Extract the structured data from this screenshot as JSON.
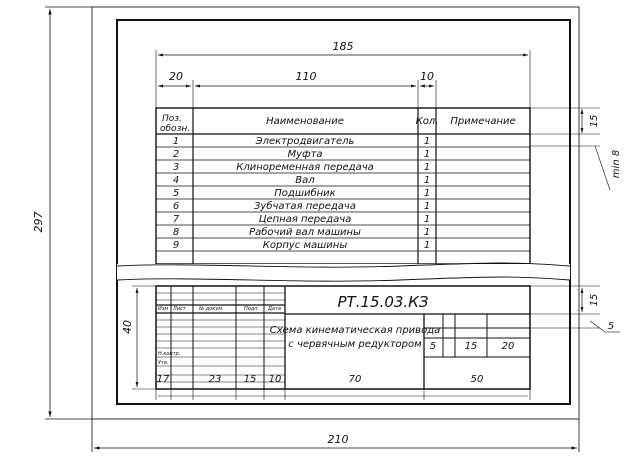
{
  "sheet": {
    "width_label": "210",
    "height_label": "297"
  },
  "spec_dims": {
    "total": "185",
    "pos_col": "20",
    "name_col": "110",
    "qty_col": "10",
    "header_h": "15",
    "row_h": "min 8"
  },
  "spec_table": {
    "headers": {
      "pos": "Поз. обозн.",
      "pos_line1": "Поз.",
      "pos_line2": "обозн.",
      "name": "Наименование",
      "qty": "Кол.",
      "note": "Примечание"
    },
    "rows": [
      {
        "pos": "1",
        "name": "Электродвигатель",
        "qty": "1"
      },
      {
        "pos": "2",
        "name": "Муфта",
        "qty": "1"
      },
      {
        "pos": "3",
        "name": "Клиноременная передача",
        "qty": "1"
      },
      {
        "pos": "4",
        "name": "Вал",
        "qty": "1"
      },
      {
        "pos": "5",
        "name": "Подшибник",
        "qty": "1"
      },
      {
        "pos": "6",
        "name": "Зубчатая передача",
        "qty": "1"
      },
      {
        "pos": "7",
        "name": "Цепная передача",
        "qty": "1"
      },
      {
        "pos": "8",
        "name": "Рабочий вал машины",
        "qty": "1"
      },
      {
        "pos": "9",
        "name": "Корпус машины",
        "qty": "1"
      }
    ]
  },
  "title_block": {
    "code": "РТ.15.03.КЗ",
    "title_line1": "Схема кинематическая привода",
    "title_line2": "с червячным редуктором",
    "labels": {
      "izm": "Изм",
      "list": "Лист",
      "doc": "№ докум.",
      "sign": "Подп.",
      "date": "Дата",
      "nkontr": "Н.контр.",
      "utv": "Утв."
    },
    "height_label": "40",
    "right_header_h": "15",
    "right_row_h": "5",
    "cell_labels": {
      "c1": "5",
      "c2": "15",
      "c3": "20"
    },
    "bottom_dims": [
      "17",
      "23",
      "15",
      "10",
      "70",
      "50"
    ]
  }
}
